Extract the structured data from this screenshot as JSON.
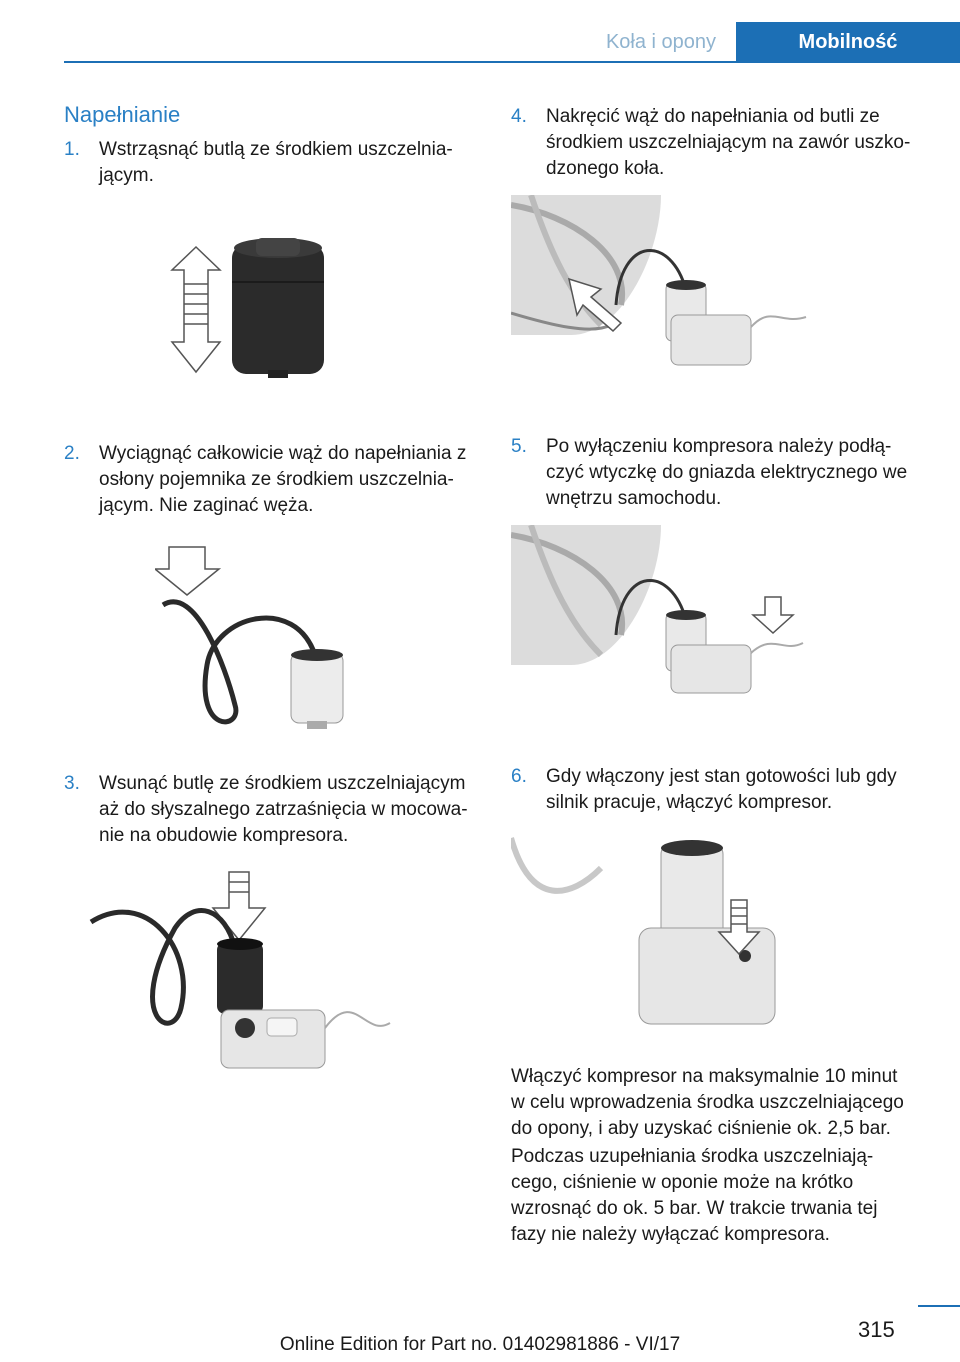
{
  "header": {
    "tab_section": "Koła i opony",
    "tab_chapter": "Mobilność"
  },
  "section_title": "Napełnianie",
  "steps": [
    {
      "num": "1.",
      "text": "Wstrząsnąć butlą ze środkiem uszczelnia‐\njącym."
    },
    {
      "num": "2.",
      "text": "Wyciągnąć całkowicie wąż do napełniania z\nosłony pojemnika ze środkiem uszczelnia‐\njącym. Nie zaginać węża."
    },
    {
      "num": "3.",
      "text": "Wsunąć butlę ze środkiem uszczelniającym\naż do słyszalnego zatrzaśnięcia w mocowa‐\nnie na obudowie kompresora."
    },
    {
      "num": "4.",
      "text": "Nakręcić wąż do napełniania od butli ze\nśrodkiem uszczelniającym na zawór uszko‐\ndzonego koła."
    },
    {
      "num": "5.",
      "text": "Po wyłączeniu kompresora należy podłą‐\nczyć wtyczkę do gniazda elektrycznego we\nwnętrzu samochodu."
    },
    {
      "num": "6.",
      "text": "Gdy włączony jest stan gotowości lub gdy\nsilnik pracuje, włączyć kompresor."
    }
  ],
  "paragraphs": [
    "Włączyć kompresor na maksymalnie 10 minut\nw celu wprowadzenia środka uszczelniającego\ndo opony, i aby uzyskać ciśnienie ok. 2,5 bar.",
    "Podczas uzupełniania środka uszczelniają‐\ncego, ciśnienie w oponie może na krótko\nwzrosnąć do ok. 5 bar. W trakcie trwania tej\nfazy nie należy wyłączać kompresora."
  ],
  "footer": {
    "page_number": "315",
    "edition": "Online Edition for Part no. 01402981886 - VI/17"
  },
  "colors": {
    "accent": "#1c6fb5",
    "heading": "#2a80c5"
  }
}
